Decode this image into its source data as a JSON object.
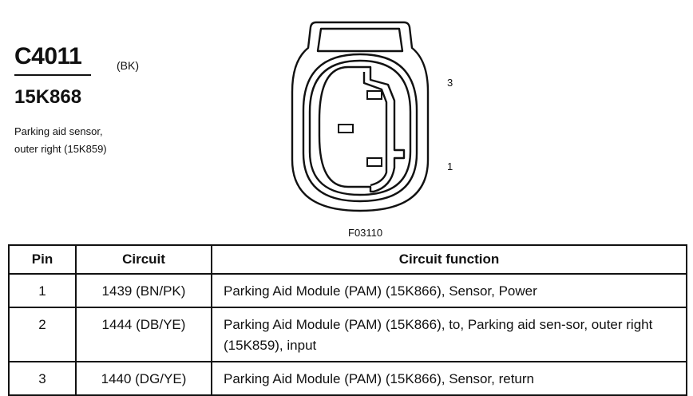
{
  "header": {
    "connector_id": "C4011",
    "color_code": "(BK)",
    "part_number": "15K868",
    "description_lines": [
      "Parking aid sensor,",
      "outer right (15K859)"
    ]
  },
  "diagram": {
    "pin_labels": {
      "top": "3",
      "bottom": "1"
    },
    "figure_id": "F03110"
  },
  "table": {
    "headers": {
      "pin": "Pin",
      "circuit": "Circuit",
      "function": "Circuit function"
    },
    "rows": [
      {
        "pin": "1",
        "circuit": "1439 (BN/PK)",
        "function": "Parking Aid Module (PAM) (15K866), Sensor, Power"
      },
      {
        "pin": "2",
        "circuit": "1444 (DB/YE)",
        "function": "Parking Aid Module (PAM) (15K866), to, Parking aid sen-sor, outer right (15K859), input"
      },
      {
        "pin": "3",
        "circuit": "1440 (DG/YE)",
        "function": "Parking Aid Module (PAM) (15K866), Sensor, return"
      }
    ]
  }
}
